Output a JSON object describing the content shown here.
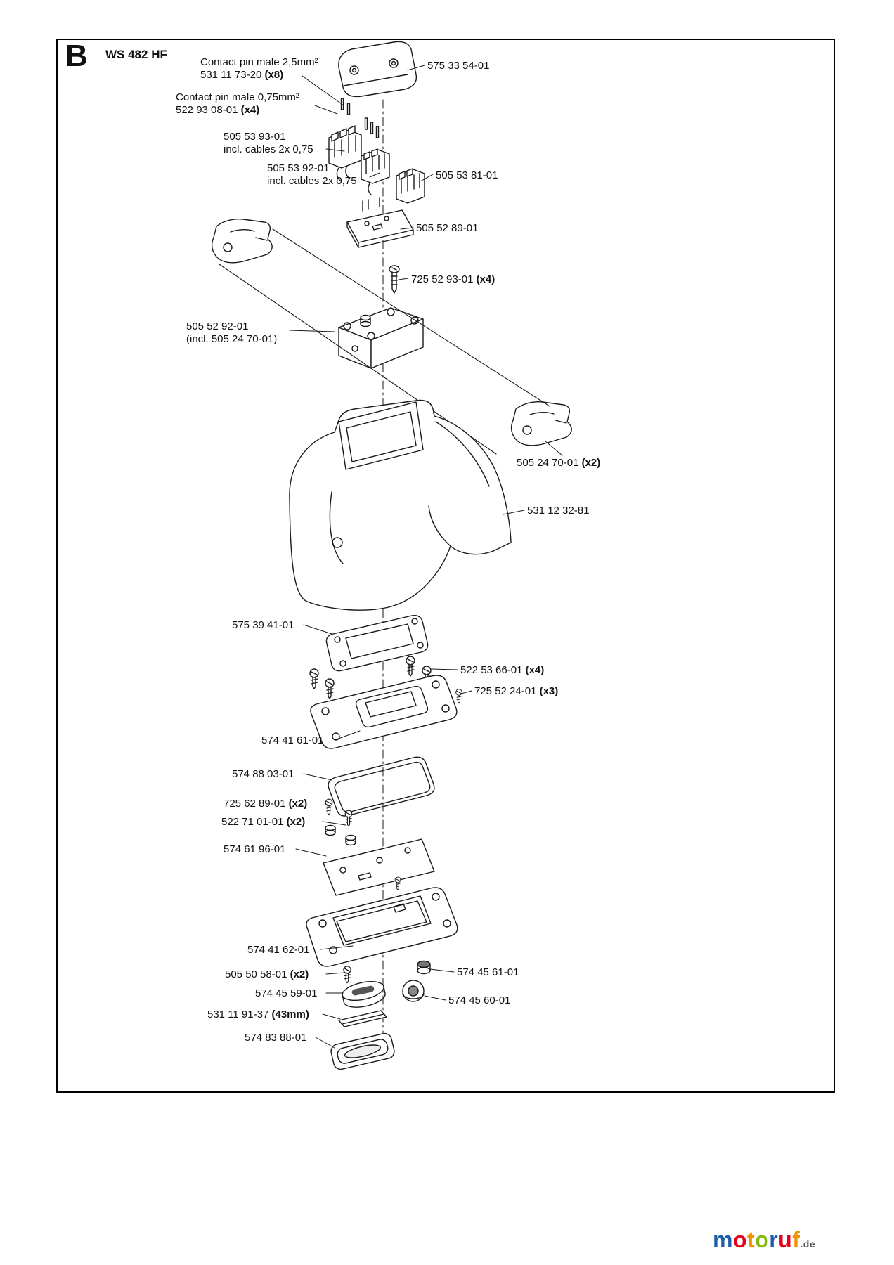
{
  "page": {
    "section_letter": "B",
    "title": "WS 482 HF"
  },
  "labels": [
    {
      "l1": "Contact pin male 2,5mm²",
      "l2": "531 11 73-20 ",
      "b2": "(x8)"
    },
    {
      "l1": "575 33 54-01"
    },
    {
      "l1": "Contact pin male 0,75mm²",
      "l2": "522 93 08-01 ",
      "b2": "(x4)"
    },
    {
      "l1": "505 53 93-01",
      "l2": "incl. cables 2x 0,75"
    },
    {
      "l1": "505 53 92-01",
      "l2": "incl. cables 2x 0,75"
    },
    {
      "l1": "505 53 81-01"
    },
    {
      "l1": "505 52 89-01"
    },
    {
      "l1": "725 52 93-01 ",
      "b1": "(x4)"
    },
    {
      "l1": "505 52 92-01",
      "l2": "(incl. 505 24 70-01)"
    },
    {
      "l1": "505 24 70-01 ",
      "b1": "(x2)"
    },
    {
      "l1": "531 12 32-81"
    },
    {
      "l1": "575 39 41-01"
    },
    {
      "l1": "522 53 66-01 ",
      "b1": "(x4)"
    },
    {
      "l1": "725 52 24-01 ",
      "b1": "(x3)"
    },
    {
      "l1": "574 41 61-01"
    },
    {
      "l1": "574 88 03-01"
    },
    {
      "l1": "725 62 89-01 ",
      "b1": "(x2)"
    },
    {
      "l1": "522 71 01-01 ",
      "b1": "(x2)"
    },
    {
      "l1": "574 61 96-01"
    },
    {
      "l1": "574 41 62-01"
    },
    {
      "l1": "505 50 58-01 ",
      "b1": "(x2)"
    },
    {
      "l1": "574 45 61-01"
    },
    {
      "l1": "574 45 59-01"
    },
    {
      "l1": "574 45 60-01"
    },
    {
      "l1": "531 11 91-37 ",
      "b1": "(43mm)"
    },
    {
      "l1": "574 83 88-01"
    }
  ],
  "logo": {
    "letters": [
      {
        "ch": "m",
        "style": "color:#1f5fa9"
      },
      {
        "ch": "o",
        "style": "color:#e2001a"
      },
      {
        "ch": "t",
        "style": "color:#f39200"
      },
      {
        "ch": "o",
        "style": "color:#86b817"
      },
      {
        "ch": "r",
        "style": "color:#1f5fa9"
      },
      {
        "ch": "u",
        "style": "color:#e2001a"
      },
      {
        "ch": "f",
        "style": "color:#f39200"
      }
    ],
    "suffix": ".de"
  }
}
